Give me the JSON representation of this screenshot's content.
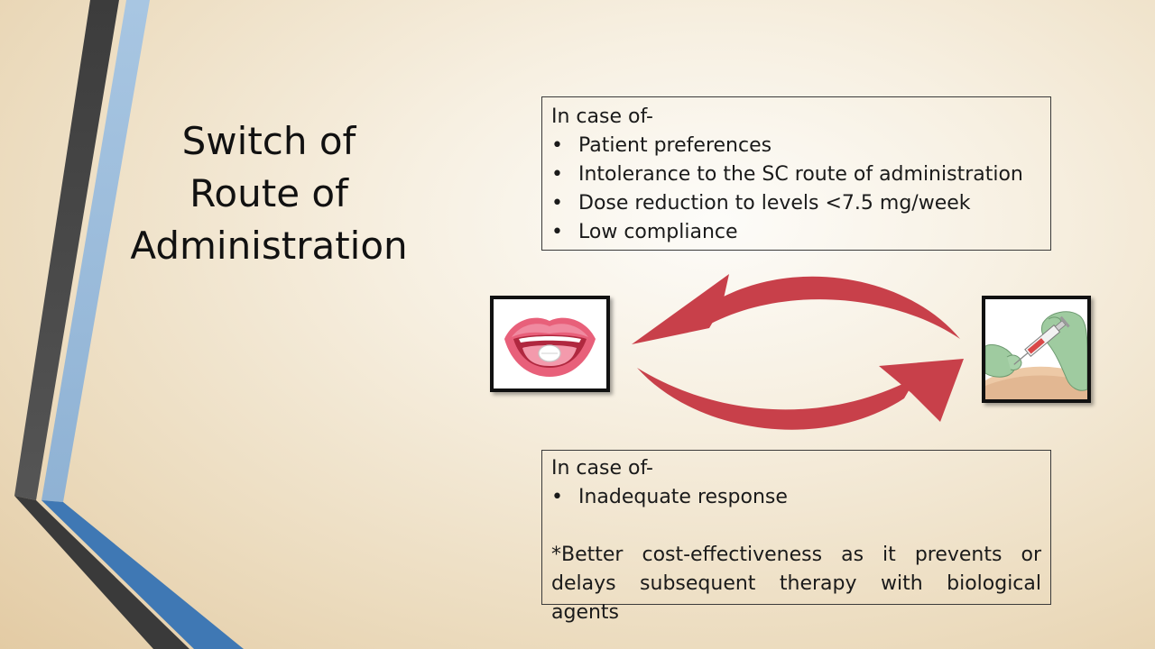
{
  "slide": {
    "title_lines": [
      "Switch of",
      "Route of",
      "Administration"
    ],
    "top_box": {
      "heading": "In case of-",
      "bullet_symbol": "•",
      "items": [
        "Patient preferences",
        "Intolerance to the SC route of administration",
        "Dose reduction to levels <7.5 mg/week",
        "Low compliance"
      ]
    },
    "bottom_box": {
      "heading": "In case of-",
      "bullet_symbol": "•",
      "items": [
        "Inadequate response"
      ],
      "note": "*Better cost-effectiveness as it prevents or delays subsequent therapy with biological agents"
    },
    "images": {
      "left": "oral-tablet-on-tongue",
      "right": "subcutaneous-injection"
    },
    "colors": {
      "arrow": "#c8404a",
      "stripe_dark": "#4a4a4a",
      "stripe_light": "#96b8d8",
      "stripe_blue": "#3f78b4"
    }
  }
}
